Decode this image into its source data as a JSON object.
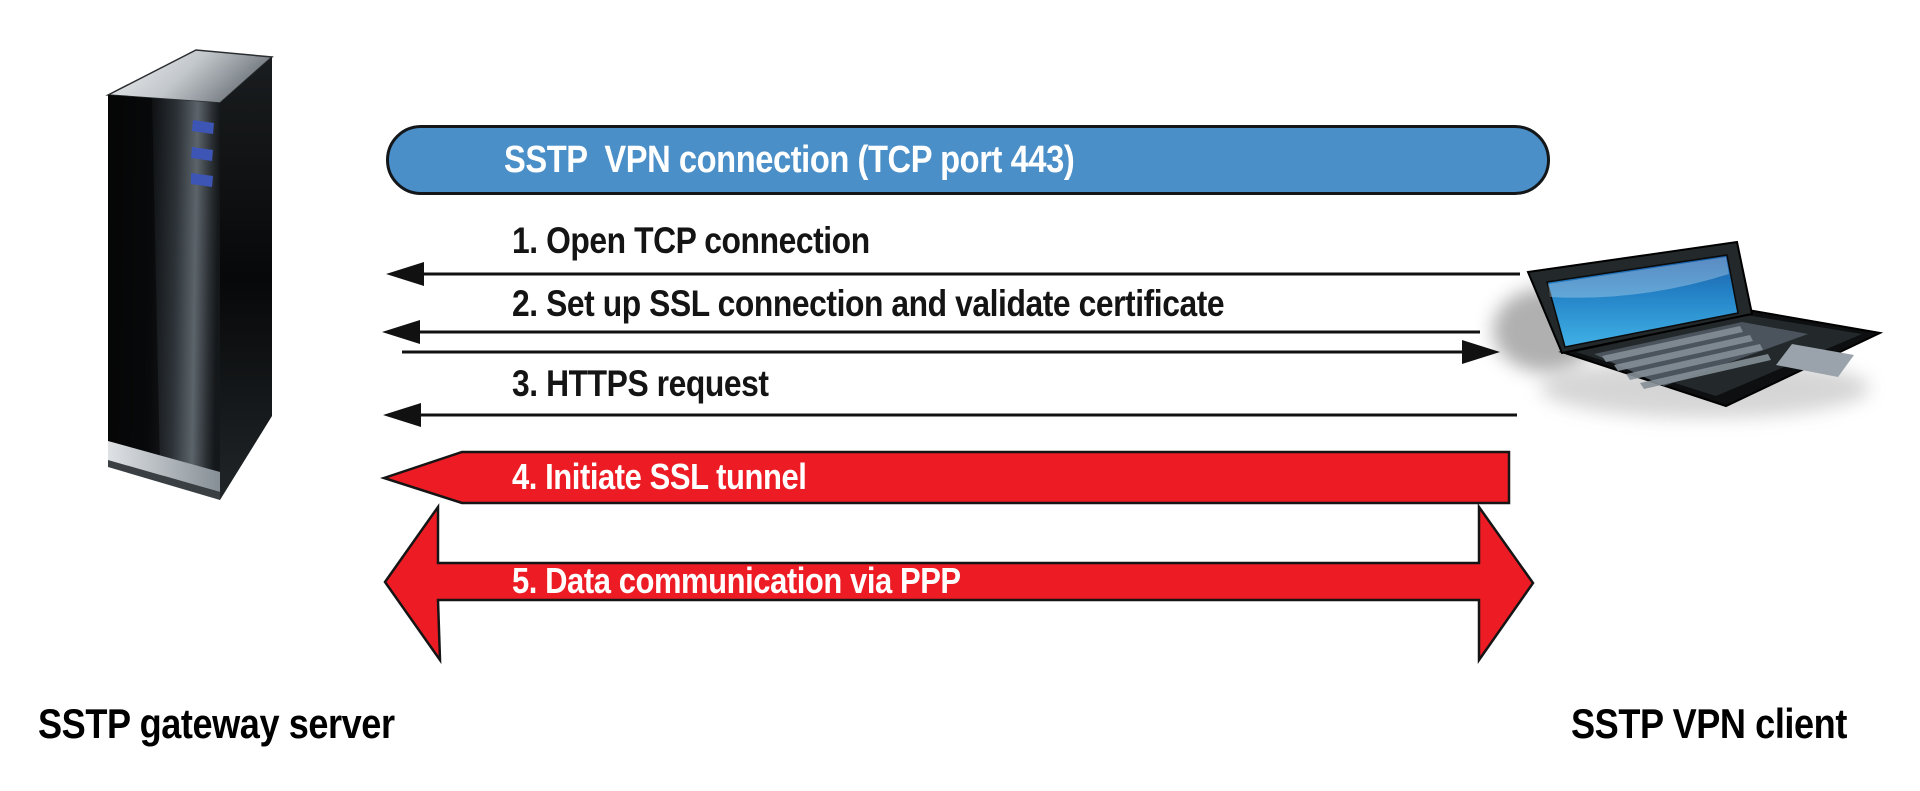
{
  "pill": {
    "label": "SSTP  VPN connection (TCP port 443)"
  },
  "messages": [
    {
      "label": "1. Open TCP connection",
      "arrow_direction": "to-server",
      "style": "thin-black-line"
    },
    {
      "label": "2. Set up SSL connection and validate certificate",
      "arrow_direction": "bidirectional",
      "style": "thin-black-line"
    },
    {
      "label": "3. HTTPS request",
      "arrow_direction": "to-server",
      "style": "thin-black-line"
    },
    {
      "label": "4. Initiate SSL tunnel",
      "arrow_direction": "to-server",
      "style": "red-banner-arrow"
    },
    {
      "label": "5. Data communication via PPP",
      "arrow_direction": "bidirectional",
      "style": "red-double-headed-arrow"
    }
  ],
  "endpoints": {
    "server_label": "SSTP gateway server",
    "client_label": "SSTP VPN client"
  },
  "colors": {
    "pill_blue": "#4a8fc8",
    "arrow_red": "#ed1c24",
    "line_black": "#111111",
    "led_blue": "#3d55b5",
    "screen_blue_top": "#1b5ea9",
    "screen_blue_bottom": "#41b1e6"
  }
}
